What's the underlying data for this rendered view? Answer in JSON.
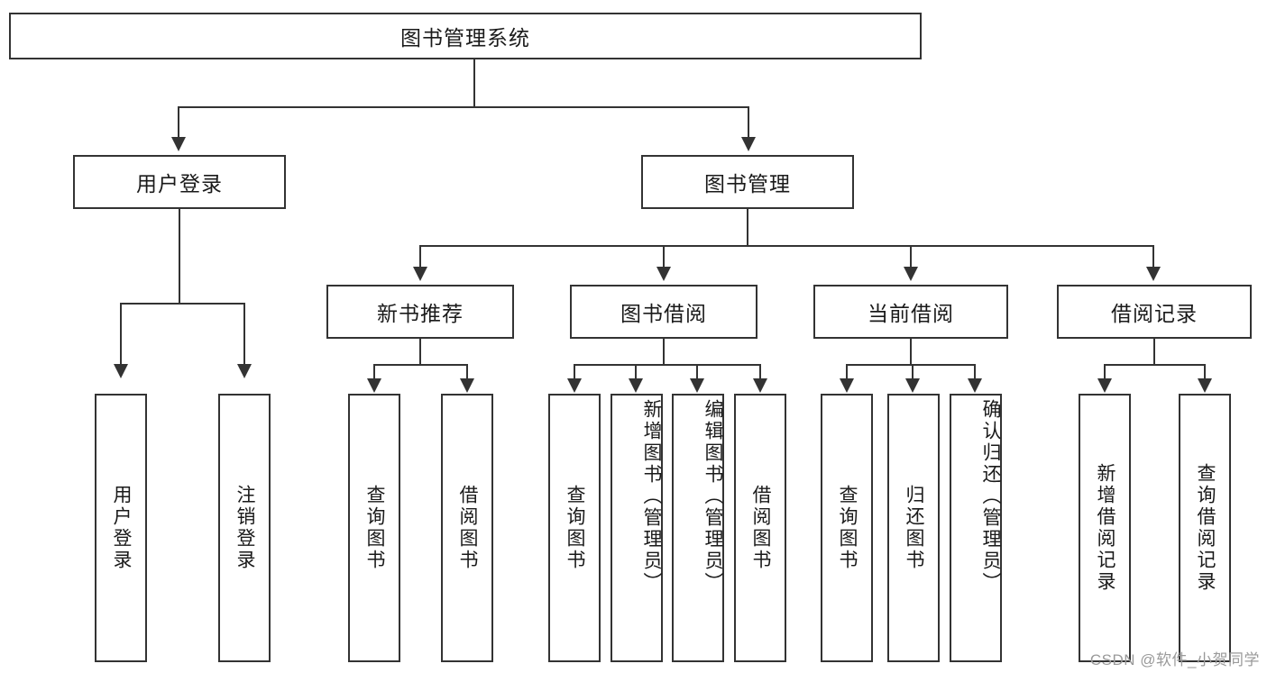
{
  "diagram": {
    "type": "tree-hierarchy",
    "title": "图书管理系统",
    "root": {
      "label": "图书管理系统"
    },
    "level2": [
      {
        "label": "用户登录"
      },
      {
        "label": "图书管理"
      }
    ],
    "level3": [
      {
        "label": "新书推荐"
      },
      {
        "label": "图书借阅"
      },
      {
        "label": "当前借阅"
      },
      {
        "label": "借阅记录"
      }
    ],
    "leaves": {
      "user_login": [
        {
          "label": "用户登录"
        },
        {
          "label": "注销登录"
        }
      ],
      "new_book_recommend": [
        {
          "label": "查询图书"
        },
        {
          "label": "借阅图书"
        }
      ],
      "book_borrow": [
        {
          "label": "查询图书"
        },
        {
          "label": "新增图书（管理员）"
        },
        {
          "label": "编辑图书（管理员）"
        },
        {
          "label": "借阅图书"
        }
      ],
      "current_borrow": [
        {
          "label": "查询图书"
        },
        {
          "label": "归还图书"
        },
        {
          "label": "确认归还（管理员）"
        }
      ],
      "borrow_record": [
        {
          "label": "新增借阅记录"
        },
        {
          "label": "查询借阅记录"
        }
      ]
    }
  },
  "watermark": {
    "text": "CSDN @软件_小贺同学"
  },
  "colors": {
    "stroke": "#333333",
    "fill": "#ffffff",
    "text": "#1a1a1a",
    "watermark": "#9a9a9a"
  }
}
